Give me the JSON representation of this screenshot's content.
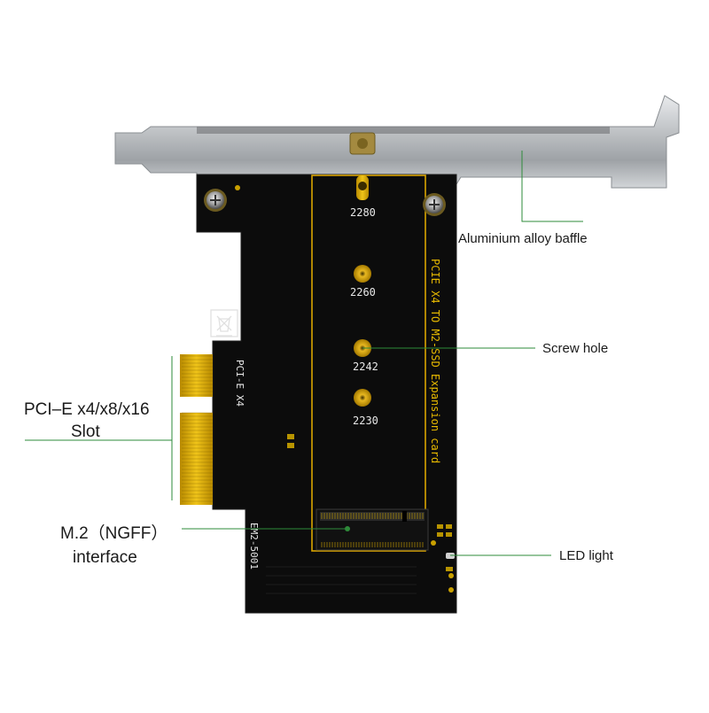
{
  "callouts": {
    "baffle": "Aluminium alloy baffle",
    "screw_hole": "Screw hole",
    "led": "LED light",
    "slot_line1": "PCI–E x4/x8/x16",
    "slot_line2": "Slot",
    "m2_line1": "M.2（NGFF）",
    "m2_line2": "interface"
  },
  "pcb": {
    "sizes": [
      "2280",
      "2260",
      "2242",
      "2230"
    ],
    "side_title": "PCIE X4 TO  M2-SSD  Expansion card",
    "edge_label": "PCI-E X4",
    "model": "EM2-5001"
  },
  "colors": {
    "callout_line": "#2e8b3a",
    "pcb": "#0c0c0c",
    "gold": "#d9a400",
    "bracket": "#b9bcbf"
  }
}
